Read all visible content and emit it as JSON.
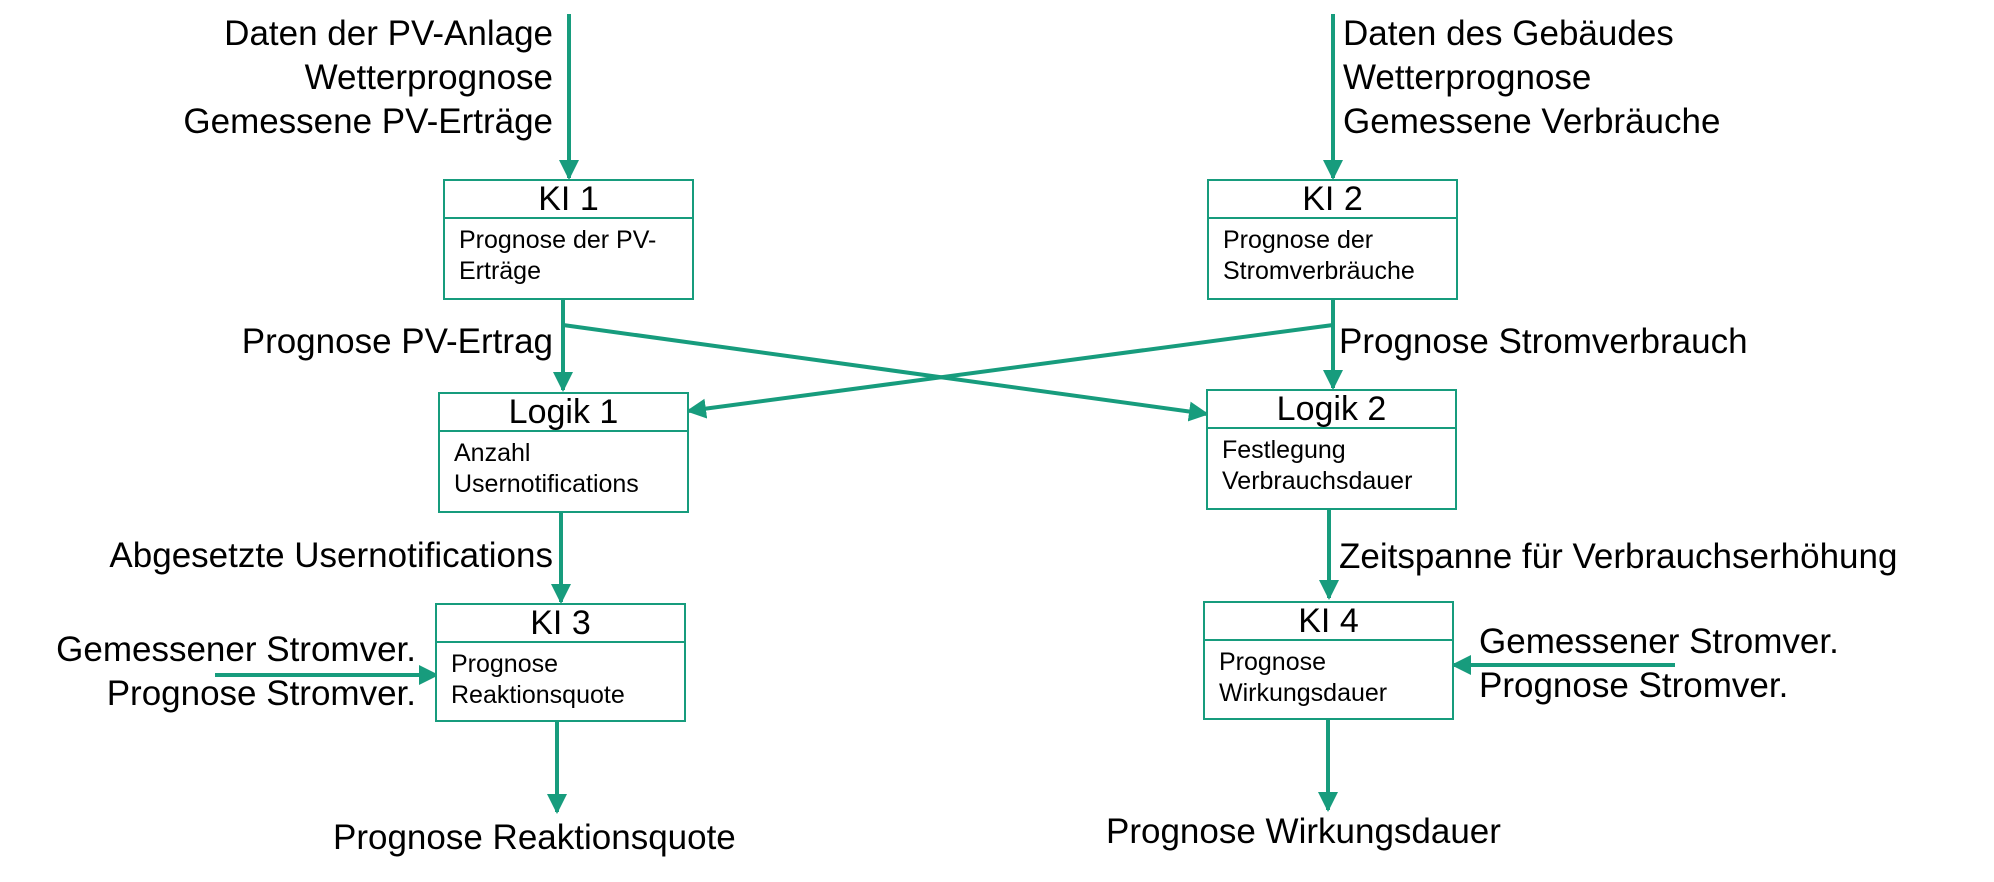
{
  "theme": {
    "accent": "#179c7d",
    "text": "#000000"
  },
  "inputs_left": [
    "Daten der PV-Anlage",
    "Wetterprognose",
    "Gemessene PV-Erträge"
  ],
  "inputs_right": [
    "Daten des Gebäudes",
    "Wetterprognose",
    "Gemessene Verbräuche"
  ],
  "boxes": {
    "ki1": {
      "title": "KI 1",
      "body": [
        "Prognose der PV-",
        "Erträge"
      ]
    },
    "ki2": {
      "title": "KI 2",
      "body": [
        "Prognose der",
        "Stromverbräuche"
      ]
    },
    "logik1": {
      "title": "Logik 1",
      "body": [
        "Anzahl",
        "Usernotifications"
      ]
    },
    "logik2": {
      "title": "Logik 2",
      "body": [
        "Festlegung",
        "Verbrauchsdauer"
      ]
    },
    "ki3": {
      "title": "KI 3",
      "body": [
        "Prognose",
        "Reaktionsquote"
      ]
    },
    "ki4": {
      "title": "KI 4",
      "body": [
        "Prognose",
        "Wirkungsdauer"
      ]
    }
  },
  "edge_labels": {
    "prognose_pv_ertrag": "Prognose PV-Ertrag",
    "prognose_stromverbrauch": "Prognose Stromverbrauch",
    "abgesetzte_usernotifications": "Abgesetzte Usernotifications",
    "zeitspanne": "Zeitspanne für Verbrauchserhöhung"
  },
  "side_inputs_left": [
    "Gemessener Stromver.",
    "Prognose Stromver."
  ],
  "side_inputs_right": [
    "Gemessener Stromver.",
    "Prognose Stromver."
  ],
  "outputs": {
    "left": "Prognose Reaktionsquote",
    "right": "Prognose Wirkungsdauer"
  }
}
